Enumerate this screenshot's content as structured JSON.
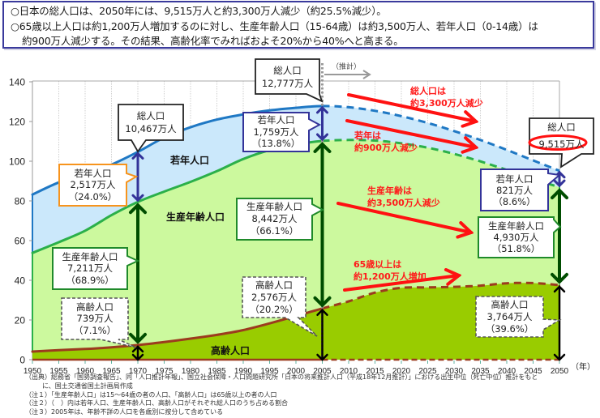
{
  "summary": {
    "lines": [
      "○日本の総人口は、2050年には、9,515万人と約3,300万人減少（約25.5%減少）。",
      "○65歳以上人口は約1,200万人増加するのに対し、生産年齢人口（15-64歳）は約3,500万人、若年人口（0-14歳）は",
      "約900万人減少する。その結果、高齢化率でみればおよそ20%から40%へと高まる。"
    ]
  },
  "colors": {
    "youth_fill": "#cbe8fb",
    "working_fill": "#ccf99e",
    "elderly_fill": "#99cc00",
    "total_line": "#1f78c4",
    "working_line": "#2bb04a",
    "elderly_line": "#9c3b1e",
    "youth_arrow": "#333399",
    "working_arrow": "#004d00",
    "elderly_arrow": "#000000",
    "annotation_red": "#ff1111",
    "summary_border": "#3a3a9c",
    "callout_youth_1970": "#f7941d",
    "callout_working": "#1f8a2a",
    "callout_youth": "#333399"
  },
  "chart_data": {
    "type": "area",
    "title": "",
    "xlabel": "（年）",
    "ylabel": "",
    "unit": "百万人",
    "ylim": [
      0,
      140
    ],
    "yticks": [
      0,
      20,
      40,
      60,
      80,
      100,
      120,
      140
    ],
    "x": [
      1950,
      1955,
      1960,
      1965,
      1970,
      1975,
      1980,
      1985,
      1990,
      1995,
      2000,
      2005,
      2010,
      2015,
      2020,
      2025,
      2030,
      2035,
      2040,
      2045,
      2050
    ],
    "projection_start": 2005,
    "projection_label": "（推計）",
    "highlight_years": [
      1970,
      2005,
      2050
    ],
    "grid": "vertical",
    "series": [
      {
        "key": "total",
        "name": "総人口",
        "values": [
          83.2,
          89.3,
          93.4,
          98.3,
          104.7,
          111.9,
          117.1,
          121.0,
          123.6,
          125.6,
          126.9,
          127.8,
          127.2,
          125.4,
          122.7,
          119.3,
          115.2,
          110.7,
          105.7,
          100.4,
          95.2
        ]
      },
      {
        "key": "youth",
        "name": "若年人口",
        "values": [
          29.4,
          30.1,
          28.4,
          25.5,
          25.2,
          27.2,
          27.5,
          26.0,
          22.5,
          20.0,
          18.5,
          17.6,
          16.5,
          15.0,
          13.7,
          12.5,
          11.5,
          10.8,
          10.1,
          9.4,
          8.2
        ]
      },
      {
        "key": "working",
        "name": "生産年齢人口",
        "values": [
          49.7,
          54.4,
          59.6,
          66.6,
          72.1,
          75.8,
          79.0,
          82.5,
          86.2,
          87.3,
          86.4,
          84.4,
          81.3,
          76.6,
          72.8,
          70.4,
          67.0,
          62.6,
          57.1,
          52.4,
          49.3
        ]
      },
      {
        "key": "elderly",
        "name": "高齢人口",
        "values": [
          4.1,
          4.8,
          5.4,
          6.2,
          7.4,
          8.9,
          10.6,
          12.5,
          14.9,
          18.3,
          22.0,
          25.8,
          29.4,
          33.8,
          36.2,
          36.4,
          36.7,
          37.3,
          38.5,
          38.6,
          37.6
        ]
      }
    ],
    "area_labels": {
      "youth": "若年人口",
      "working": "生産年齢人口",
      "elderly": "高齢人口"
    },
    "callouts": [
      {
        "year": 1970,
        "title": "総人口",
        "value": "10,467万人"
      },
      {
        "year": 1970,
        "title": "若年人口",
        "value": "2,517万人",
        "share": "（24.0%）"
      },
      {
        "year": 1970,
        "title": "生産年齢人口",
        "value": "7,211万人",
        "share": "（68.9%）"
      },
      {
        "year": 1970,
        "title": "高齢人口",
        "value": "739万人",
        "share": "（7.1%）"
      },
      {
        "year": 2005,
        "title": "総人口",
        "value": "12,777万人"
      },
      {
        "year": 2005,
        "title": "若年人口",
        "value": "1,759万人",
        "share": "（13.8%）"
      },
      {
        "year": 2005,
        "title": "生産年齢人口",
        "value": "8,442万人",
        "share": "（66.1%）"
      },
      {
        "year": 2005,
        "title": "高齢人口",
        "value": "2,576万人",
        "share": "（20.2%）"
      },
      {
        "year": 2050,
        "title": "総人口",
        "value": "9,515万人"
      },
      {
        "year": 2050,
        "title": "若年人口",
        "value": "821万人",
        "share": "（8.6%）"
      },
      {
        "year": 2050,
        "title": "生産年齢人口",
        "value": "4,930万人",
        "share": "（51.8%）"
      },
      {
        "year": 2050,
        "title": "高齢人口",
        "value": "3,764万人",
        "share": "（39.6%）"
      }
    ],
    "annotations": [
      {
        "line1": "総人口は",
        "line2": "約3,300万人減少"
      },
      {
        "line1": "若年は",
        "line2": "約900万人減少"
      },
      {
        "line1": "生産年齢は",
        "line2": "約3,500万人減少"
      },
      {
        "line1": "65歳以上は",
        "line2": "約1,200万人増加"
      }
    ]
  },
  "notes": [
    "（出典）総務省「国勢調査報告」、同「人口推計年報」、国立社会保障・人口問題研究所「日本の将来推計人口（平成18年12月推計）」における出生中位（死亡中位）推計をもと",
    "に、国土交通省国土計画局作成",
    "（注１）「生産年齢人口」は15～64歳の者の人口、「高齢人口」は65歳以上の者の人口",
    "（注２）（　）内は若年人口、生産年齢人口、高齢人口がそれぞれ総人口のうち占める割合",
    "（注３）2005年は、年齢不詳の人口を各歳別に按分して含めている"
  ]
}
